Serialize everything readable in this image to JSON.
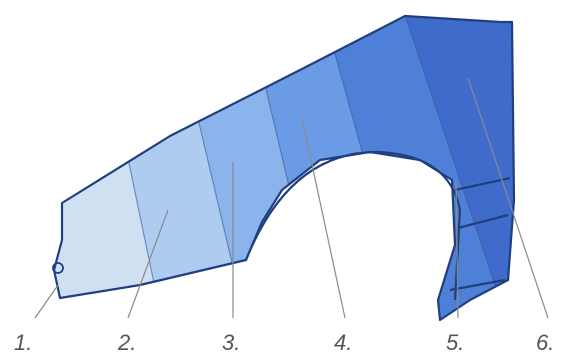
{
  "diagram": {
    "segments": [
      {
        "label": "1.",
        "color": "#cfe0f3"
      },
      {
        "label": "2.",
        "color": "#aecbf0"
      },
      {
        "label": "3.",
        "color": "#8bb4ec"
      },
      {
        "label": "4.",
        "color": "#6c9be6"
      },
      {
        "label": "5.",
        "color": "#4f80d8"
      },
      {
        "label": "6.",
        "color": "#3f6ccb"
      }
    ],
    "outline_color": "#1f3f80",
    "leader_color": "#8a8a8a",
    "label_color": "#555555"
  }
}
